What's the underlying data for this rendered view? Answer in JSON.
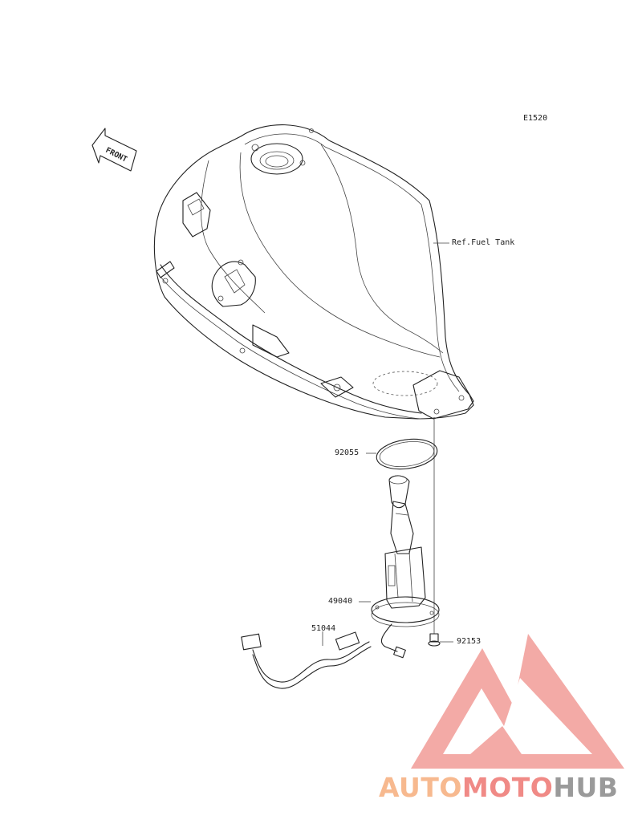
{
  "diagram_code": "E1520",
  "front_label": "FRONT",
  "ref_label": "Ref.Fuel Tank",
  "parts": [
    {
      "number": "92055"
    },
    {
      "number": "49040"
    },
    {
      "number": "51044"
    },
    {
      "number": "92153"
    }
  ],
  "watermark": {
    "part1": "AUTO",
    "part2": "MOTO",
    "part3": "HUB",
    "colors": {
      "auto": "#f7b98f",
      "moto": "#f08a86",
      "hub": "#9a9a9a",
      "logo": "#f19b97"
    }
  }
}
